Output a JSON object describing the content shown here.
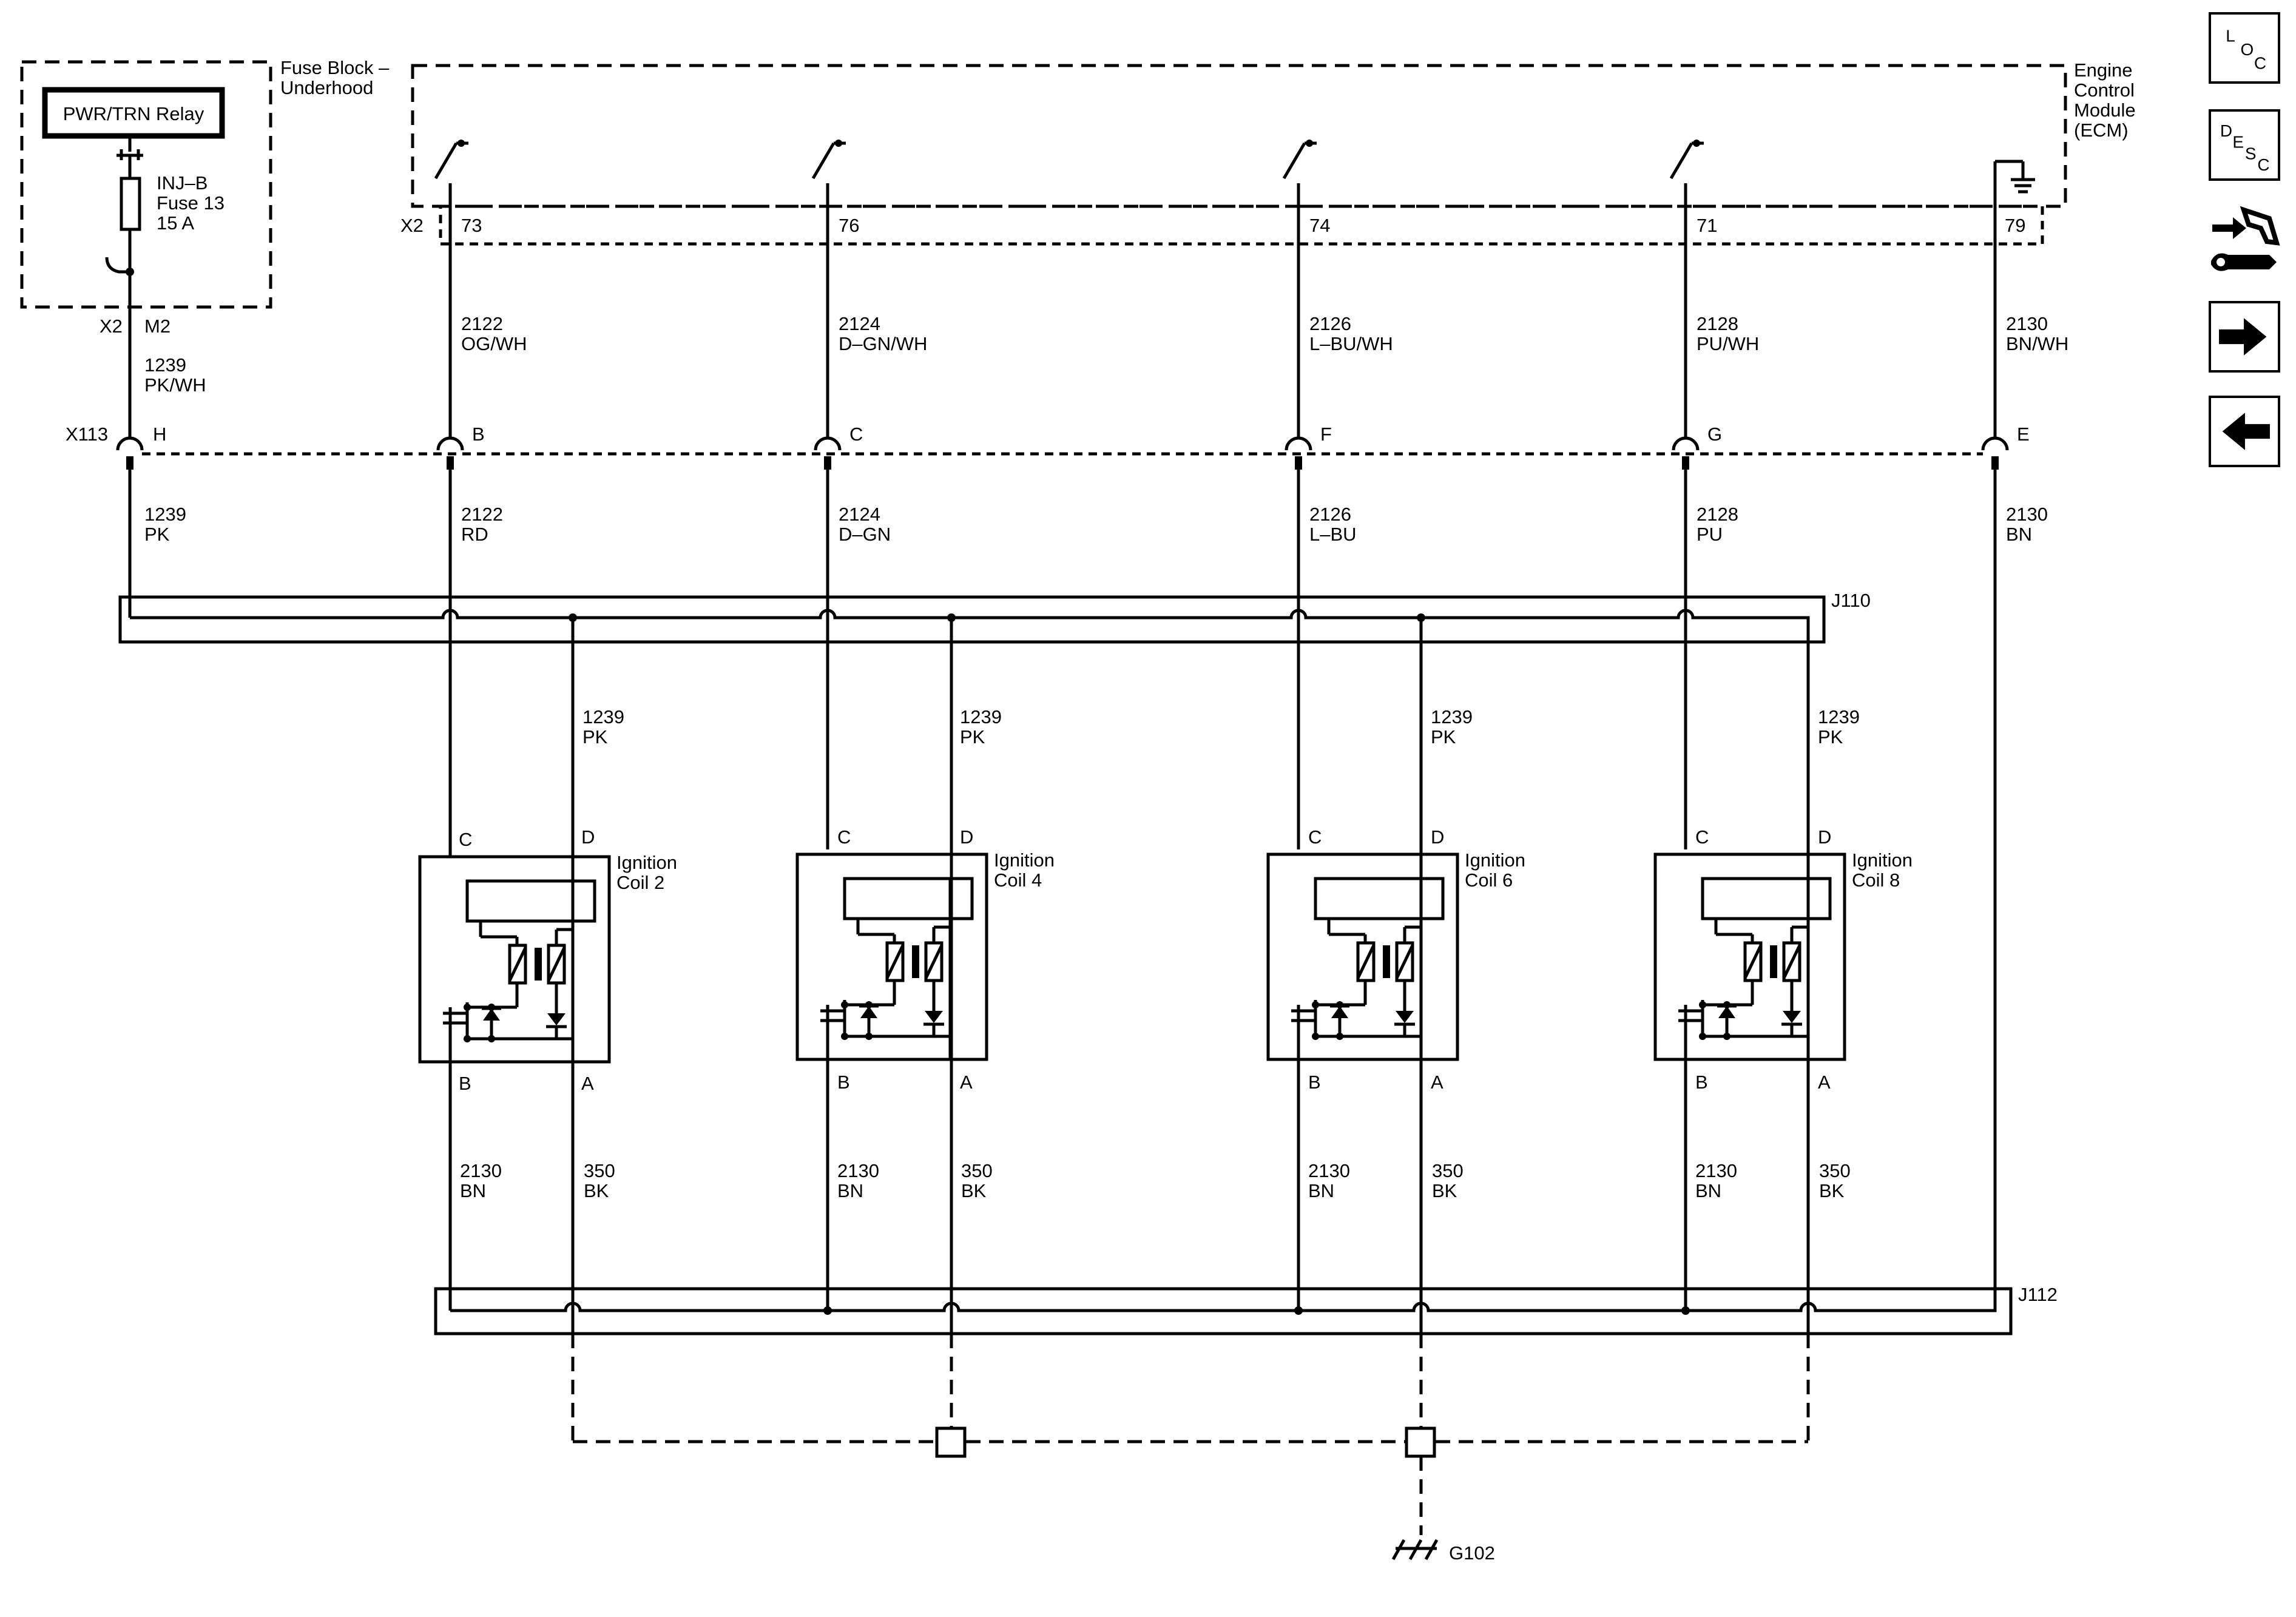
{
  "fuse_block": {
    "title_line1": "Fuse Block –",
    "title_line2": "Underhood",
    "relay": "PWR/TRN Relay",
    "fuse_line1": "INJ–B",
    "fuse_line2": "Fuse 13",
    "fuse_line3": "15 A",
    "connector": "X2",
    "pin": "M2"
  },
  "ecm": {
    "title_line1": "Engine",
    "title_line2": "Control",
    "title_line3": "Module",
    "title_line4": "(ECM)",
    "connector": "X2",
    "pins": [
      "73",
      "76",
      "74",
      "71",
      "79"
    ]
  },
  "upper_wires": [
    {
      "circuit": "1239",
      "color": "PK/WH"
    },
    {
      "circuit": "2122",
      "color": "OG/WH"
    },
    {
      "circuit": "2124",
      "color": "D–GN/WH"
    },
    {
      "circuit": "2126",
      "color": "L–BU/WH"
    },
    {
      "circuit": "2128",
      "color": "PU/WH"
    },
    {
      "circuit": "2130",
      "color": "BN/WH"
    }
  ],
  "inline_connector": {
    "name": "X113",
    "pins": [
      "H",
      "B",
      "C",
      "F",
      "G",
      "E"
    ]
  },
  "lower_wires": [
    {
      "circuit": "1239",
      "color": "PK"
    },
    {
      "circuit": "2122",
      "color": "RD"
    },
    {
      "circuit": "2124",
      "color": "D–GN"
    },
    {
      "circuit": "2126",
      "color": "L–BU"
    },
    {
      "circuit": "2128",
      "color": "PU"
    },
    {
      "circuit": "2130",
      "color": "BN"
    }
  ],
  "splices": {
    "top": "J110",
    "bottom": "J112"
  },
  "coils": [
    {
      "name_line1": "Ignition",
      "name_line2": "Coil 2",
      "pin_c": "C",
      "pin_d": "D",
      "pin_b": "B",
      "pin_a": "A",
      "feed_circuit": "1239",
      "feed_color": "PK",
      "b_circuit": "2130",
      "b_color": "BN",
      "a_circuit": "350",
      "a_color": "BK"
    },
    {
      "name_line1": "Ignition",
      "name_line2": "Coil 4",
      "pin_c": "C",
      "pin_d": "D",
      "pin_b": "B",
      "pin_a": "A",
      "feed_circuit": "1239",
      "feed_color": "PK",
      "b_circuit": "2130",
      "b_color": "BN",
      "a_circuit": "350",
      "a_color": "BK"
    },
    {
      "name_line1": "Ignition",
      "name_line2": "Coil 6",
      "pin_c": "C",
      "pin_d": "D",
      "pin_b": "B",
      "pin_a": "A",
      "feed_circuit": "1239",
      "feed_color": "PK",
      "b_circuit": "2130",
      "b_color": "BN",
      "a_circuit": "350",
      "a_color": "BK"
    },
    {
      "name_line1": "Ignition",
      "name_line2": "Coil 8",
      "pin_c": "C",
      "pin_d": "D",
      "pin_b": "B",
      "pin_a": "A",
      "feed_circuit": "1239",
      "feed_color": "PK",
      "b_circuit": "2130",
      "b_color": "BN",
      "a_circuit": "350",
      "a_color": "BK"
    }
  ],
  "ground": "G102",
  "nav": {
    "loc": {
      "l": "L",
      "o": "O",
      "c": "C"
    },
    "desc": {
      "d": "D",
      "e": "E",
      "s": "S",
      "c": "C"
    },
    "icons": [
      "connector-tool-icon",
      "arrow-right-icon",
      "arrow-left-icon"
    ]
  }
}
